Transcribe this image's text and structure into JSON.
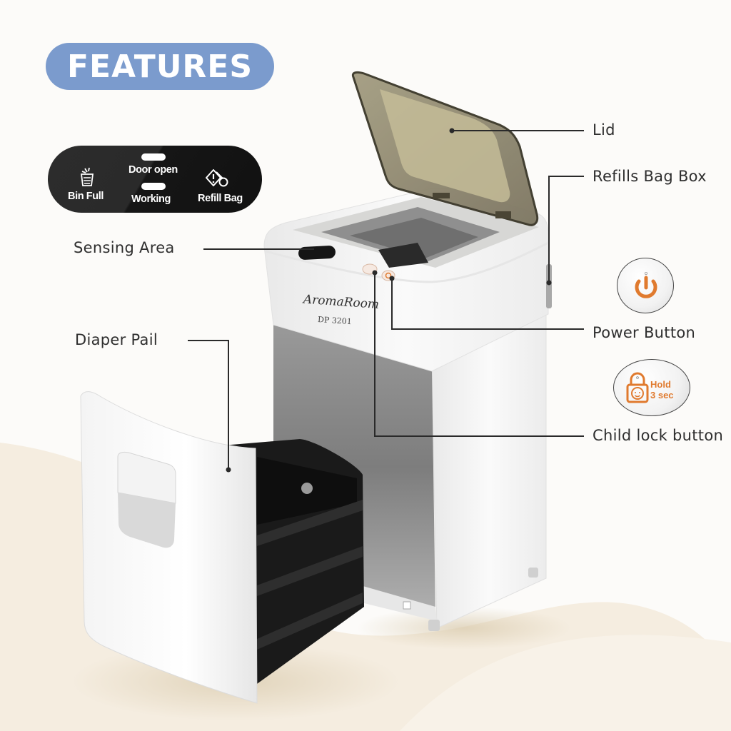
{
  "header": {
    "badge_label": "FEATURES",
    "badge_color": "#7b9bcd"
  },
  "indicator_panel": {
    "items": [
      {
        "label": "Bin Full",
        "icon": "bin-full-icon"
      },
      {
        "label": "Door open",
        "icon": "door-open-pill-icon"
      },
      {
        "label": "Working",
        "icon": "working-pill-icon"
      },
      {
        "label": "Refill Bag",
        "icon": "refill-bag-warning-icon"
      }
    ]
  },
  "product": {
    "brand": "AromaRoom",
    "model": "DP 3201"
  },
  "callouts": {
    "lid": "Lid",
    "refills_bag_box": "Refills Bag Box",
    "sensing_area": "Sensing Area",
    "diaper_pail": "Diaper Pail",
    "power_button": "Power Button",
    "child_lock_button": "Child lock button"
  },
  "child_lock_badge": {
    "line1": "Hold",
    "line2": "3 sec",
    "icon": "child-lock-icon"
  },
  "power_badge": {
    "icon": "power-icon"
  },
  "colors": {
    "accent_orange": "#e07a2e",
    "background": "#fcfbf9",
    "floor_wave": "#f4ecdd",
    "lid_tint": "#8a8266"
  }
}
